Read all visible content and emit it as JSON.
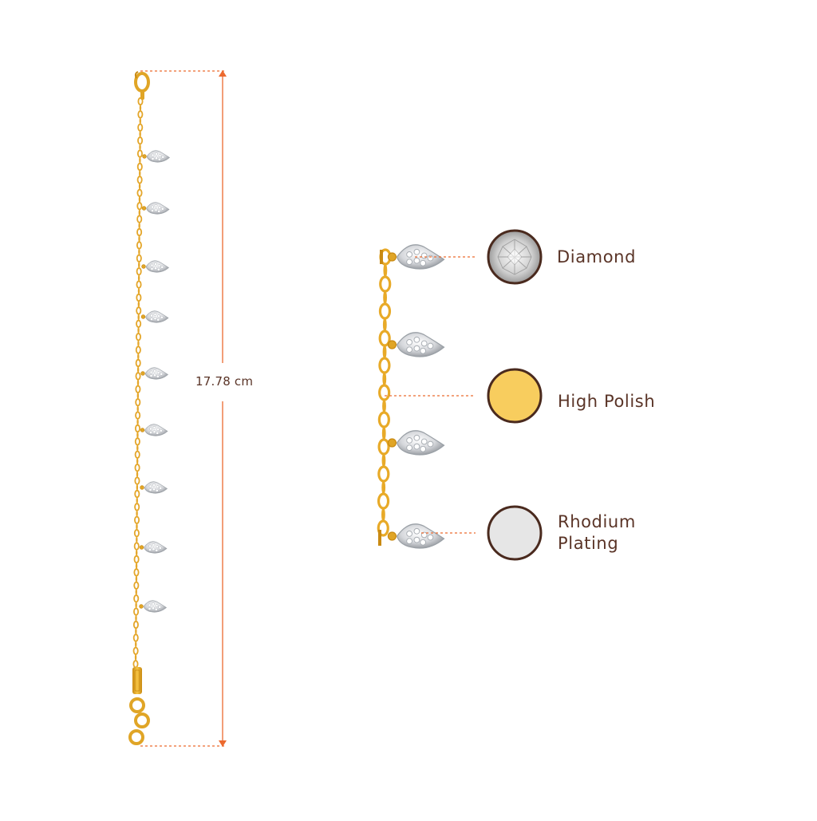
{
  "measurement": {
    "length_label": "17.78 cm"
  },
  "materials": [
    {
      "name": "diamond",
      "label": "Diamond",
      "line2": ""
    },
    {
      "name": "high-polish",
      "label": "High Polish",
      "line2": ""
    },
    {
      "name": "rhodium-plating",
      "label": "Rhodium",
      "line2": "Plating"
    }
  ],
  "colors": {
    "gold": "#f2b42a",
    "gold_dark": "#c98a12",
    "gold_swatch": "#f8cd5e",
    "rhodium_swatch": "#e6e6e6",
    "swatch_border": "#4a2a1e",
    "guide_line": "#ec6a2f",
    "text": "#5a3427"
  },
  "icons": {
    "clasp": "lobster-clasp-icon",
    "charm": "diamond-leaf-charm-icon"
  }
}
